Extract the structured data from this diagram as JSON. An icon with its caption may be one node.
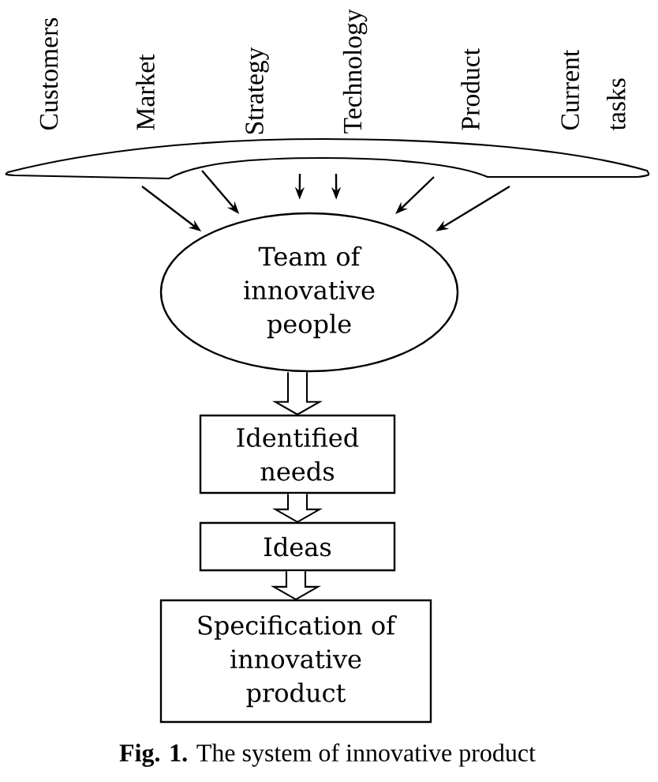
{
  "diagram": {
    "caption": "**Fig. 1.** The system of innovative product",
    "nodes": [
      {
        "text": [
          "Customers",
          "Market",
          "Strategy",
          "Technology",
          "Product",
          "Current tasks"
        ]
      },
      {
        "text": [
          "Team of innovative people"
        ]
      },
      {
        "text": [
          "Identified needs"
        ]
      },
      {
        "text": [
          "Ideas"
        ]
      },
      {
        "text": [
          "Specification of innovative product"
        ]
      }
    ],
    "edges": [
      {
        "from": 0,
        "to": 1,
        "arrow": "to"
      },
      {
        "from": 0,
        "to": 1,
        "arrow": "to"
      },
      {
        "from": 0,
        "to": 1,
        "arrow": "to"
      },
      {
        "from": 0,
        "to": 1,
        "arrow": "to"
      },
      {
        "from": 0,
        "to": 1,
        "arrow": "to"
      },
      {
        "from": 0,
        "to": 1,
        "arrow": "to"
      },
      {
        "from": 1,
        "to": 2,
        "arrow": "to",
        "style": "thick"
      },
      {
        "from": 2,
        "to": 3,
        "arrow": "to",
        "style": "thick"
      },
      {
        "from": 3,
        "to": 4,
        "arrow": "to",
        "style": "thick"
      }
    ]
  }
}
